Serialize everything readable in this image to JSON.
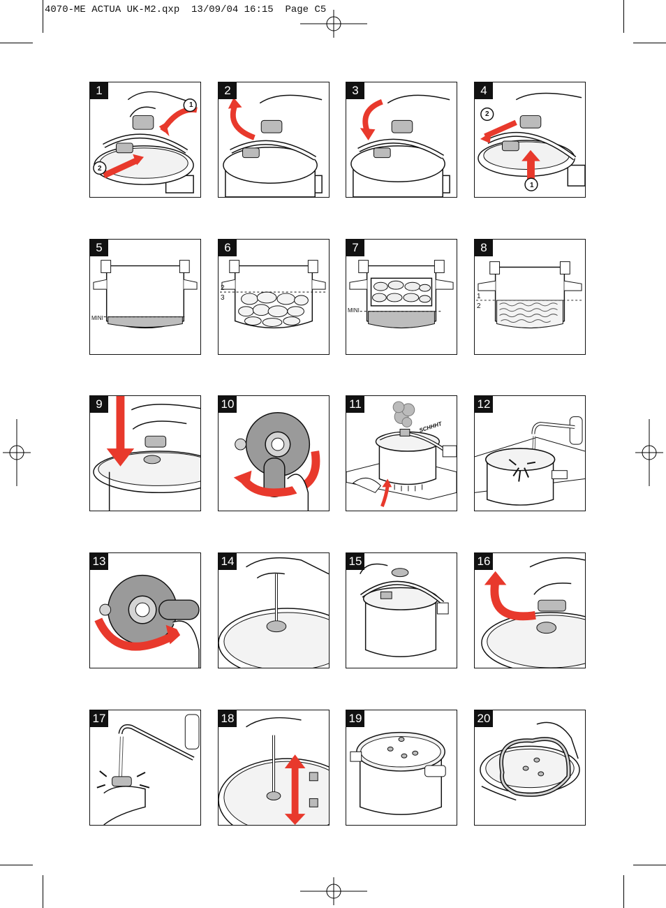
{
  "header": {
    "slug": "4070-ME ACTUA UK-M2.qxp  13/09/04 16:15  Page C5"
  },
  "colors": {
    "accent": "#e8392c",
    "ink": "#111111",
    "grey": "#9a9a9a",
    "light": "#d4d4d4"
  },
  "panels": [
    {
      "number": "1"
    },
    {
      "number": "2"
    },
    {
      "number": "3"
    },
    {
      "number": "4"
    },
    {
      "number": "5",
      "fill_label": "MINI"
    },
    {
      "number": "6",
      "fraction_num": "2",
      "fraction_den": "3"
    },
    {
      "number": "7",
      "fill_label": "MINI"
    },
    {
      "number": "8",
      "fraction_num": "1",
      "fraction_den": "2"
    },
    {
      "number": "9"
    },
    {
      "number": "10"
    },
    {
      "number": "11",
      "sound": "SCHHHT"
    },
    {
      "number": "12"
    },
    {
      "number": "13"
    },
    {
      "number": "14"
    },
    {
      "number": "15"
    },
    {
      "number": "16"
    },
    {
      "number": "17"
    },
    {
      "number": "18"
    },
    {
      "number": "19"
    },
    {
      "number": "20"
    }
  ],
  "step_markers": {
    "one": "1",
    "two": "2"
  }
}
